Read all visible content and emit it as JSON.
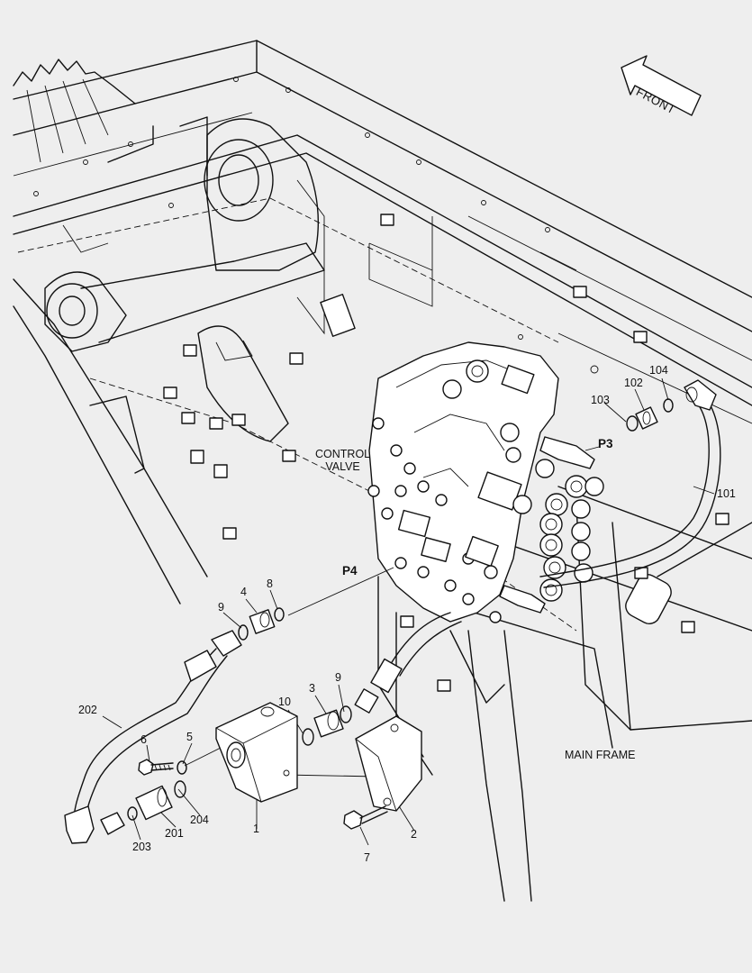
{
  "direction_marker": {
    "text": "FRONT"
  },
  "assemblies": {
    "control_valve": {
      "line1": "CONTROL",
      "line2": "VALVE"
    },
    "main_frame": "MAIN FRAME"
  },
  "ports": {
    "p3": "P3",
    "p4": "P4"
  },
  "callouts": [
    {
      "id": "c1",
      "text": "1"
    },
    {
      "id": "c2",
      "text": "2"
    },
    {
      "id": "c3",
      "text": "3"
    },
    {
      "id": "c4",
      "text": "4"
    },
    {
      "id": "c5",
      "text": "5"
    },
    {
      "id": "c6",
      "text": "6"
    },
    {
      "id": "c7",
      "text": "7"
    },
    {
      "id": "c8",
      "text": "8"
    },
    {
      "id": "c9a",
      "text": "9"
    },
    {
      "id": "c9b",
      "text": "9"
    },
    {
      "id": "c10",
      "text": "10"
    },
    {
      "id": "c101",
      "text": "101"
    },
    {
      "id": "c102",
      "text": "102"
    },
    {
      "id": "c103",
      "text": "103"
    },
    {
      "id": "c104",
      "text": "104"
    },
    {
      "id": "c201",
      "text": "201"
    },
    {
      "id": "c202",
      "text": "202"
    },
    {
      "id": "c203",
      "text": "203"
    },
    {
      "id": "c204",
      "text": "204"
    }
  ]
}
